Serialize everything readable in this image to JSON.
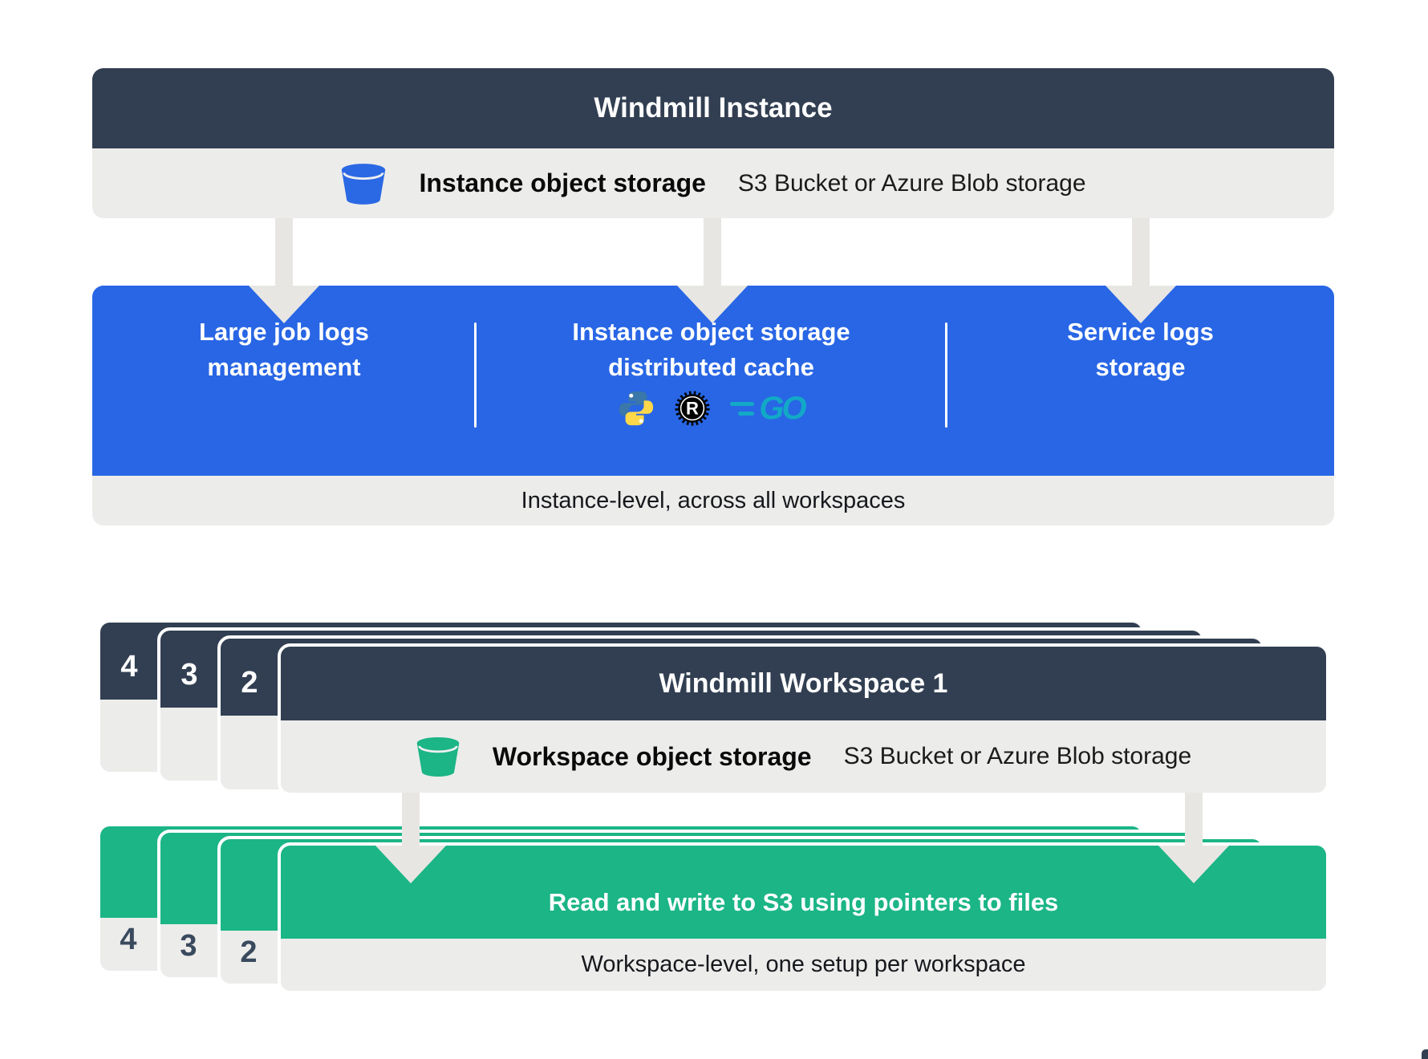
{
  "colors": {
    "dark_header": "#323F52",
    "blue": "#2866E5",
    "green": "#1BB586",
    "bar_gray": "#ECECEB",
    "arrow_gray": "#E8E6E3"
  },
  "instance": {
    "title": "Windmill Instance",
    "storage_label": "Instance object storage",
    "storage_sublabel": "S3 Bucket or Azure Blob storage",
    "features": [
      {
        "line1": "Large job logs",
        "line2": "management"
      },
      {
        "line1": "Instance object storage",
        "line2": "distributed cache"
      },
      {
        "line1": "Service logs",
        "line2": "storage"
      }
    ],
    "language_icons": [
      "python-icon",
      "rust-icon",
      "go-icon"
    ],
    "caption": "Instance-level, across all workspaces"
  },
  "workspace": {
    "stack_numbers": {
      "card4": "4",
      "card3": "3",
      "card2": "2"
    },
    "title": "Windmill Workspace 1",
    "storage_label": "Workspace object storage",
    "storage_sublabel": "S3 Bucket or Azure Blob storage"
  },
  "workspace_action": {
    "stack_numbers": {
      "card4": "4",
      "card3": "3",
      "card2": "2"
    },
    "title": "Read and write to S3 using pointers to files",
    "caption": "Workspace-level, one setup per workspace"
  },
  "go_logo_text": "GO",
  "rust_logo_letter": "R"
}
